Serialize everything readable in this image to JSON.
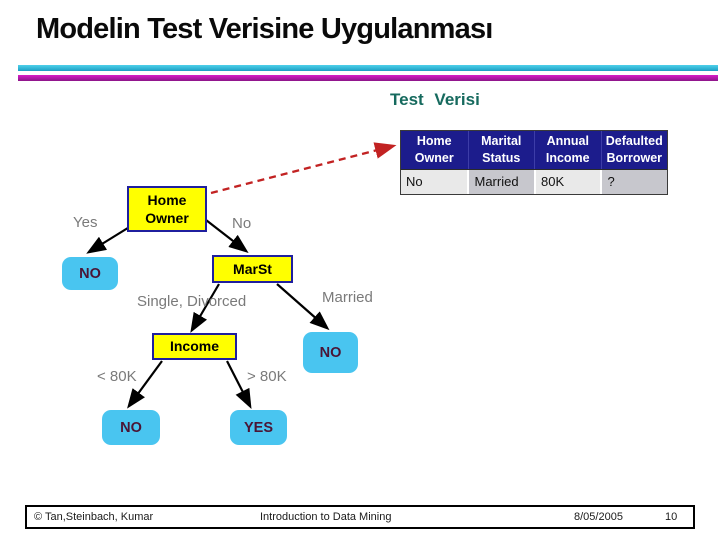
{
  "title": "Modelin Test Verisine Uygulanması",
  "subtitle": "Test Verisi",
  "test_table": {
    "headers": [
      "Home Owner",
      "Marital Status",
      "Annual Income",
      "Defaulted Borrower"
    ],
    "row": [
      "No",
      "Married",
      "80K",
      "?"
    ]
  },
  "tree": {
    "root_label": "Home Owner",
    "marst_label": "MarSt",
    "income_label": "Income",
    "leaf_home_yes": "NO",
    "leaf_married": "NO",
    "leaf_income_low": "NO",
    "leaf_income_high": "YES",
    "edge_yes": "Yes",
    "edge_no": "No",
    "edge_single_divorced": "Single, Divorced",
    "edge_married": "Married",
    "edge_lt80k": "< 80K",
    "edge_gt80k": "> 80K"
  },
  "footer": {
    "copyright": "© Tan,Steinbach, Kumar",
    "center": "Introduction to Data Mining",
    "date": "8/05/2005",
    "page_number": "10"
  },
  "colors": {
    "node_fill": "#FFFF00",
    "node_border": "#1F1F9E",
    "leaf_fill": "#49C5F0",
    "leaf_text": "#4A1535",
    "table_header_bg": "#1C1C8C",
    "accent_bar_cyan": "#29B4D8",
    "accent_bar_magenta": "#B018A8",
    "dashed_arrow_red": "#C22222",
    "subtitle_teal": "#166A5E"
  }
}
